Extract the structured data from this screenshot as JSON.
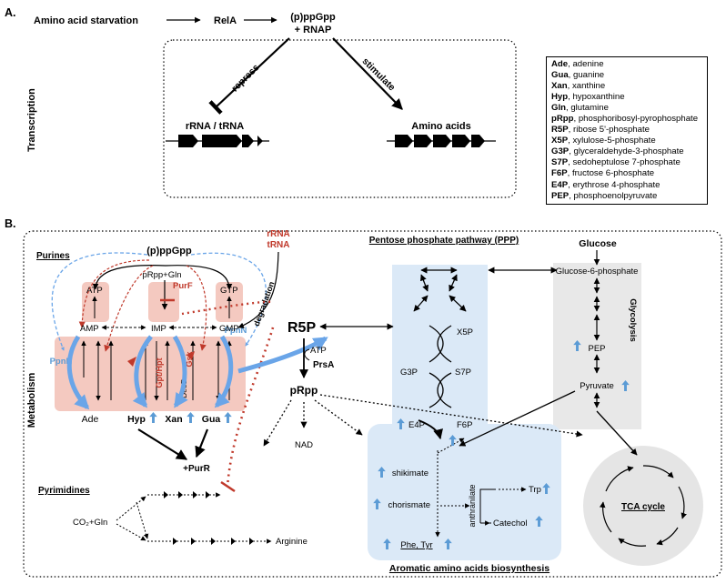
{
  "panel_a": {
    "label": "A.",
    "side_label": "Transcription",
    "starvation": "Amino acid starvation",
    "rela": "RelA",
    "ppgpp_rnap_1": "(p)ppGpp",
    "ppgpp_rnap_2": "+ RNAP",
    "repress": "repress",
    "stimulate": "stimulate",
    "rrna_trna": "rRNA / tRNA",
    "amino_acids": "Amino acids"
  },
  "legend": [
    {
      "abbr": "Ade",
      "desc": ", adenine"
    },
    {
      "abbr": "Gua",
      "desc": ", guanine"
    },
    {
      "abbr": "Xan",
      "desc": ", xanthine"
    },
    {
      "abbr": "Hyp",
      "desc": ", hypoxanthine"
    },
    {
      "abbr": "Gln",
      "desc": ", glutamine"
    },
    {
      "abbr": "pRpp",
      "desc": ", phosphoribosyl-pyrophosphate"
    },
    {
      "abbr": "R5P",
      "desc": ", ribose 5'-phosphate"
    },
    {
      "abbr": "X5P",
      "desc": ", xylulose-5-phosphate"
    },
    {
      "abbr": "G3P",
      "desc": ", glyceraldehyde-3-phosphate"
    },
    {
      "abbr": "S7P",
      "desc": ", sedoheptulose 7-phosphate"
    },
    {
      "abbr": "F6P",
      "desc": ", fructose 6-phosphate"
    },
    {
      "abbr": "E4P",
      "desc": ", erythrose 4-phosphate"
    },
    {
      "abbr": "PEP",
      "desc": ", phosphoenolpyruvate"
    }
  ],
  "panel_b": {
    "label": "B.",
    "side_label": "Metabolism",
    "purines": "Purines",
    "ppgpp": "(p)ppGpp",
    "prpp_gln": "pRpp+Gln",
    "purf": "PurF",
    "rrna": "rRNA",
    "trna": "tRNA",
    "degradation": "degradation",
    "atp": "ATP",
    "gtp": "GTP",
    "amp": "AMP",
    "imp": "IMP",
    "gmp": "GMP",
    "ppnn": "PpnN",
    "gpt_hpt": "Gpt/Hpt",
    "gsk": "Gsk",
    "deod": "DeoD",
    "ade": "Ade",
    "hyp": "Hyp",
    "xan": "Xan",
    "gua": "Gua",
    "purr": "+PurR",
    "pyrimidines": "Pyrimidines",
    "co2_gln": "CO₂+Gln",
    "arginine": "Arginine",
    "ppp_title": "Pentose phosphate pathway (PPP)",
    "r5p": "R5P",
    "atp_small": "ATP",
    "prsa": "PrsA",
    "prpp": "pRpp",
    "nad": "NAD",
    "x5p": "X5P",
    "g3p": "G3P",
    "s7p": "S7P",
    "e4p": "E4P",
    "f6p": "F6P",
    "glucose": "Glucose",
    "g6p": "Glucose-6-phosphate",
    "glycolysis": "Glycolysis",
    "pep": "PEP",
    "pyruvate": "Pyruvate",
    "shikimate": "shikimate",
    "chorismate": "chorismate",
    "anthranilate": "anthranilate",
    "trp": "Trp",
    "catechol": "Catechol",
    "phe_tyr": "Phe, Tyr",
    "aromatic_title": "Aromatic amino acids biosynthesis",
    "tca": "TCA cycle"
  },
  "colors": {
    "up_arrow_blue": "#5b9bd5",
    "thick_arrow_blue": "#6aa5e8",
    "ppgpp_red": "#c0392b",
    "ppp_box": "#dbe9f7",
    "glycolysis_box": "#e8e8e8",
    "purine_box": "#f4c9c0",
    "tca_circle": "#e5e5e5"
  }
}
